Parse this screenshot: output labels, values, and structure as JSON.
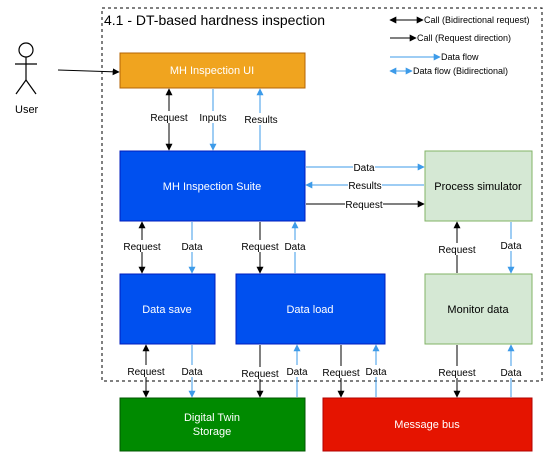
{
  "title": "4.1 - DT-based hardness inspection",
  "legend": {
    "call_bidirectional": "Call (Bidirectional request)",
    "call_direction": "Call (Request direction)",
    "data_flow": "Data flow",
    "data_flow_bidirectional": "Data flow (Bidirectional)"
  },
  "actor": {
    "label": "User"
  },
  "blocks": {
    "mh_ui": "MH Inspection UI",
    "mh_suite": "MH Inspection Suite",
    "process_simulator": "Process simulator",
    "data_save": "Data save",
    "data_load": "Data load",
    "monitor_data": "Monitor data",
    "storage_line1": "Digital Twin",
    "storage_line2": "Storage",
    "message_bus": "Message bus"
  },
  "labels": {
    "request": "Request",
    "inputs": "Inputs",
    "results": "Results",
    "data": "Data"
  },
  "colors": {
    "ui_orange": "#f0a41f",
    "suite_blue": "#0050ef",
    "sim_green": "#d5e8d4",
    "storage_green": "#008a00",
    "bus_red": "#e51400",
    "flow_blue": "#3d9be9"
  }
}
